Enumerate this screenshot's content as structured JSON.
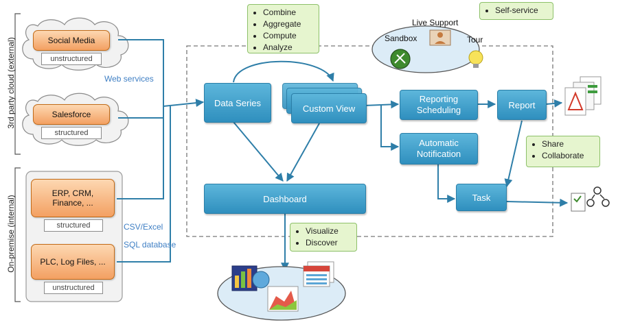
{
  "sections": {
    "external": "3rd party cloud (external)",
    "internal": "On-premise (internal)"
  },
  "sources": {
    "social_media": {
      "label": "Social Media",
      "tag": "unstructured"
    },
    "salesforce": {
      "label": "Salesforce",
      "tag": "structured"
    },
    "erp": {
      "label": "ERP, CRM,\nFinance, ...",
      "tag": "structured"
    },
    "plc": {
      "label": "PLC, Log Files, ...",
      "tag": "unstructured"
    }
  },
  "connectors": {
    "web_services": "Web services",
    "csv_excel": "CSV/Excel",
    "sql_database": "SQL database"
  },
  "nodes": {
    "data_series": "Data Series",
    "custom_view": "Custom View",
    "reporting_scheduling": "Reporting\nScheduling",
    "automatic_notification": "Automatic\nNotification",
    "report": "Report",
    "task": "Task",
    "dashboard": "Dashboard"
  },
  "notes": {
    "combine": [
      "Combine",
      "Aggregate",
      "Compute",
      "Analyze"
    ],
    "self_service": [
      "Self-service"
    ],
    "share": [
      "Share",
      "Collaborate"
    ],
    "visualize": [
      "Visualize",
      "Discover"
    ]
  },
  "live_support": {
    "title": "Live Support",
    "sandbox": "Sandbox",
    "tour": "Tour"
  },
  "colors": {
    "arrow": "#2e7ea8",
    "node_fill": "#3c9ccb",
    "source_fill": "#f6b27a",
    "note_fill": "#e6f5cf",
    "connector_text": "#3f7fc4"
  }
}
